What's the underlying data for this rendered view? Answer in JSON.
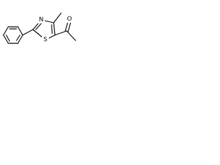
{
  "molecule": {
    "atom_labels": {
      "nitrogen": "N",
      "sulfur": "S",
      "oxygen": "O"
    },
    "colors": {
      "bond": "#000000",
      "background": "#ffffff"
    }
  }
}
